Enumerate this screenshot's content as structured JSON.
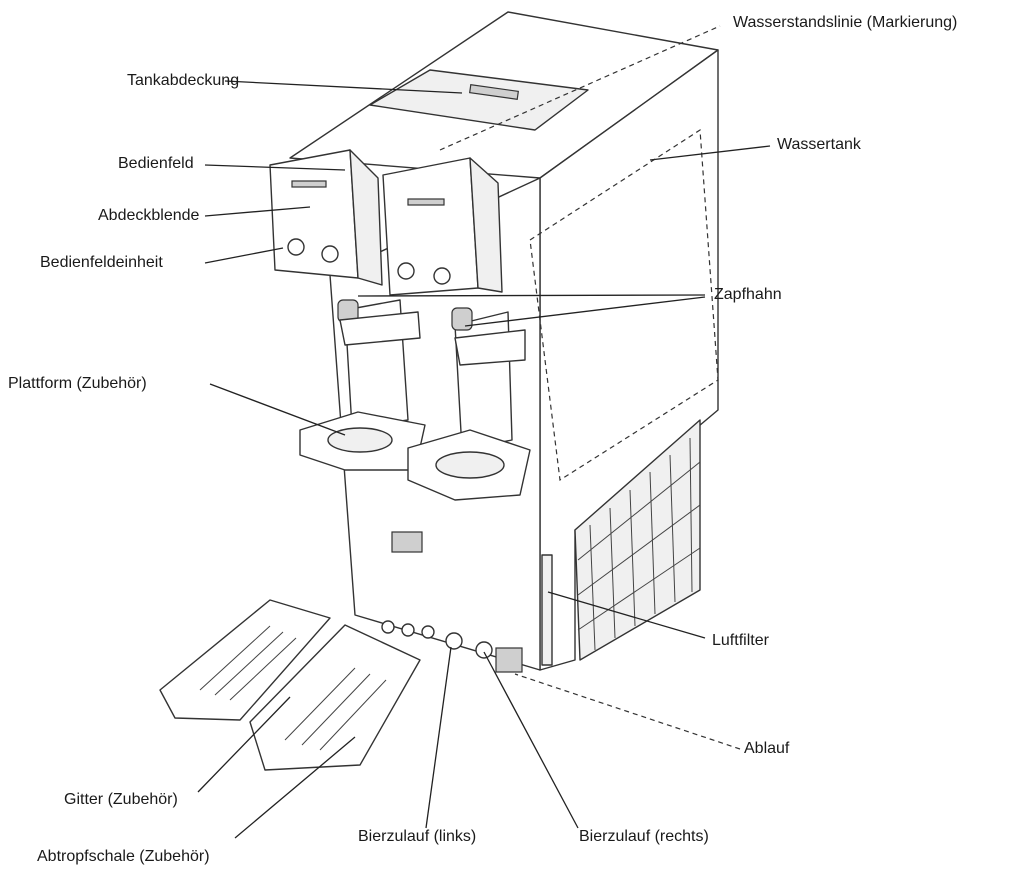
{
  "labels": {
    "wasserstandslinie": "Wasserstandslinie (Markierung)",
    "tankabdeckung": "Tankabdeckung",
    "wassertank": "Wassertank",
    "bedienfeld": "Bedienfeld",
    "abdeckblende": "Abdeckblende",
    "bedienfeldeinheit": "Bedienfeldeinheit",
    "zapfhahn": "Zapfhahn",
    "plattform": "Plattform (Zubehör)",
    "luftfilter": "Luftfilter",
    "ablauf": "Ablauf",
    "gitter": "Gitter (Zubehör)",
    "abtropfschale": "Abtropfschale (Zubehör)",
    "bierzulauf_links": "Bierzulauf (links)",
    "bierzulauf_rechts": "Bierzulauf (rechts)"
  }
}
